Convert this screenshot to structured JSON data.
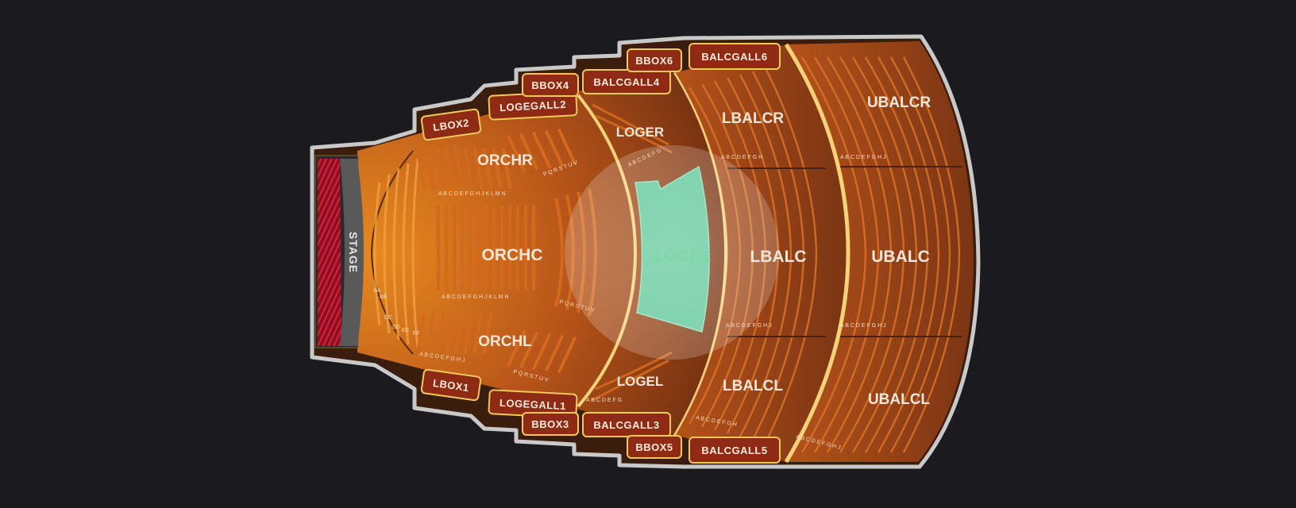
{
  "stage": {
    "label": "STAGE"
  },
  "sections": {
    "orchr": "ORCHR",
    "orchc": "ORCHC",
    "orchl": "ORCHL",
    "loger": "LOGER",
    "logec": "LOGEC",
    "logel": "LOGEL",
    "lbalcr": "LBALCR",
    "lbalc": "LBALC",
    "lbalcl": "LBALCL",
    "ubalcr": "UBALCR",
    "ubalc": "UBALC",
    "ubalcl": "UBALCL"
  },
  "boxes": {
    "lbox2": "LBOX2",
    "lbox1": "LBOX1",
    "logegall2": "LOGEGALL2",
    "logegall1": "LOGEGALL1",
    "bbox4": "BBOX4",
    "bbox3": "BBOX3",
    "bbox6": "BBOX6",
    "bbox5": "BBOX5",
    "balcgall4": "BALCGALL4",
    "balcgall3": "BALCGALL3",
    "balcgall6": "BALCGALL6",
    "balcgall5": "BALCGALL5"
  },
  "rows": {
    "orchr_front": "A B C D E F G H J K L M N",
    "orchr_back": "P Q R S T U V",
    "orchc_front": "A B C D E F G H J K L M N",
    "orchc_back": "P Q R S T U V",
    "orchl_front": "A B C D E F G H J",
    "orchl_back": "P Q R S T U V",
    "loger": "A B C D E F G",
    "logel": "A B C D E F G",
    "lbalcr": "A B C D E F G H",
    "lbalc": "A B C D E F G H J",
    "lbalcl": "A B C D E F G H",
    "ubalcr": "A B C D E F G H J",
    "ubalc": "A B C D E F G H J",
    "ubalcl": "A B C D E F G H J",
    "pit_aa": "AA",
    "pit_bb": "BB",
    "pit_cc": "CC",
    "pit_dd": "DD",
    "pit_ee": "EE",
    "pit_ff": "FF"
  },
  "colors": {
    "background": "#1b1b1f",
    "seating": "#b8561a",
    "highlight": "#5fc79a",
    "box_fill": "#8f2a14",
    "box_border": "#f0c95a",
    "outline": "#c9c9c9"
  }
}
